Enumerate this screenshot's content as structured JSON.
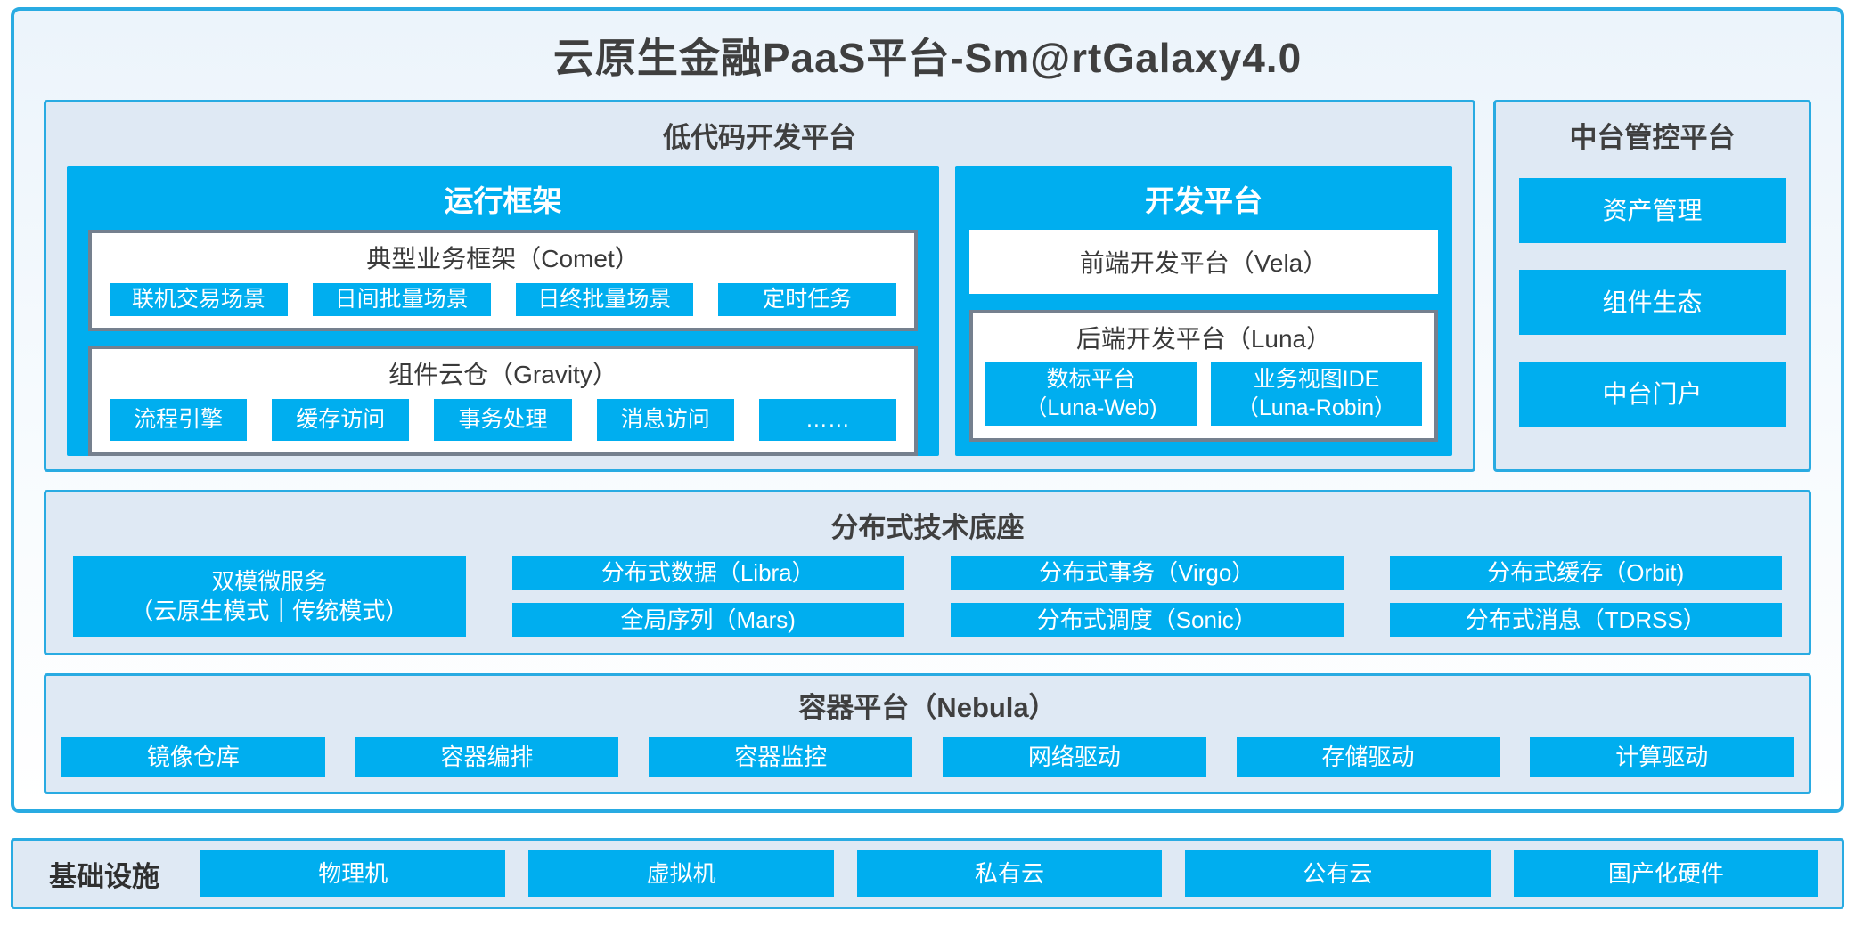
{
  "title": "云原生金融PaaS平台-Sm@rtGalaxy4.0",
  "colors": {
    "accent_blue": "#00AEEF",
    "box_border_blue": "#29ABE2",
    "panel_background": "#DFE9F4",
    "inner_gray_border": "#75808E",
    "title_text": "#3F3F3F",
    "button_text": "#FFFFFF"
  },
  "low_code": {
    "title": "低代码开发平台",
    "runtime": {
      "title": "运行框架",
      "comet": {
        "title": "典型业务框架（Comet）",
        "items": [
          "联机交易场景",
          "日间批量场景",
          "日终批量场景",
          "定时任务"
        ]
      },
      "gravity": {
        "title": "组件云仓（Gravity）",
        "items": [
          "流程引擎",
          "缓存访问",
          "事务处理",
          "消息访问",
          "……"
        ]
      }
    },
    "dev": {
      "title": "开发平台",
      "vela": "前端开发平台（Vela）",
      "luna": {
        "title": "后端开发平台（Luna）",
        "items": [
          {
            "line1": "数标平台",
            "line2": "（Luna-Web)"
          },
          {
            "line1": "业务视图IDE",
            "line2": "（Luna-Robin）"
          }
        ]
      }
    }
  },
  "mid_platform": {
    "title": "中台管控平台",
    "items": [
      "资产管理",
      "组件生态",
      "中台门户"
    ]
  },
  "distributed": {
    "title": "分布式技术底座",
    "dual_mode": {
      "line1": "双模微服务",
      "line2": "（云原生模式｜传统模式）"
    },
    "row1": [
      "分布式数据（Libra）",
      "分布式事务（Virgo）",
      "分布式缓存（Orbit)"
    ],
    "row2": [
      "全局序列（Mars)",
      "分布式调度（Sonic）",
      "分布式消息（TDRSS）"
    ]
  },
  "container": {
    "title": "容器平台（Nebula）",
    "items": [
      "镜像仓库",
      "容器编排",
      "容器监控",
      "网络驱动",
      "存储驱动",
      "计算驱动"
    ]
  },
  "infrastructure": {
    "title": "基础设施",
    "items": [
      "物理机",
      "虚拟机",
      "私有云",
      "公有云",
      "国产化硬件"
    ]
  }
}
